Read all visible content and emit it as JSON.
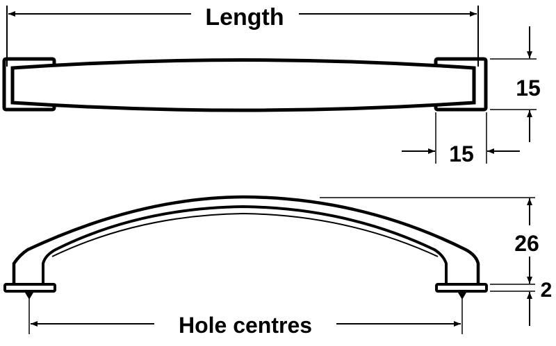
{
  "title": "Handle dimension drawing",
  "top_view": {
    "length_label": "Length",
    "width_label": "15",
    "cap_depth_label": "15"
  },
  "side_view": {
    "height_label": "26",
    "base_thickness_label": "2",
    "hole_centres_label": "Hole centres"
  }
}
